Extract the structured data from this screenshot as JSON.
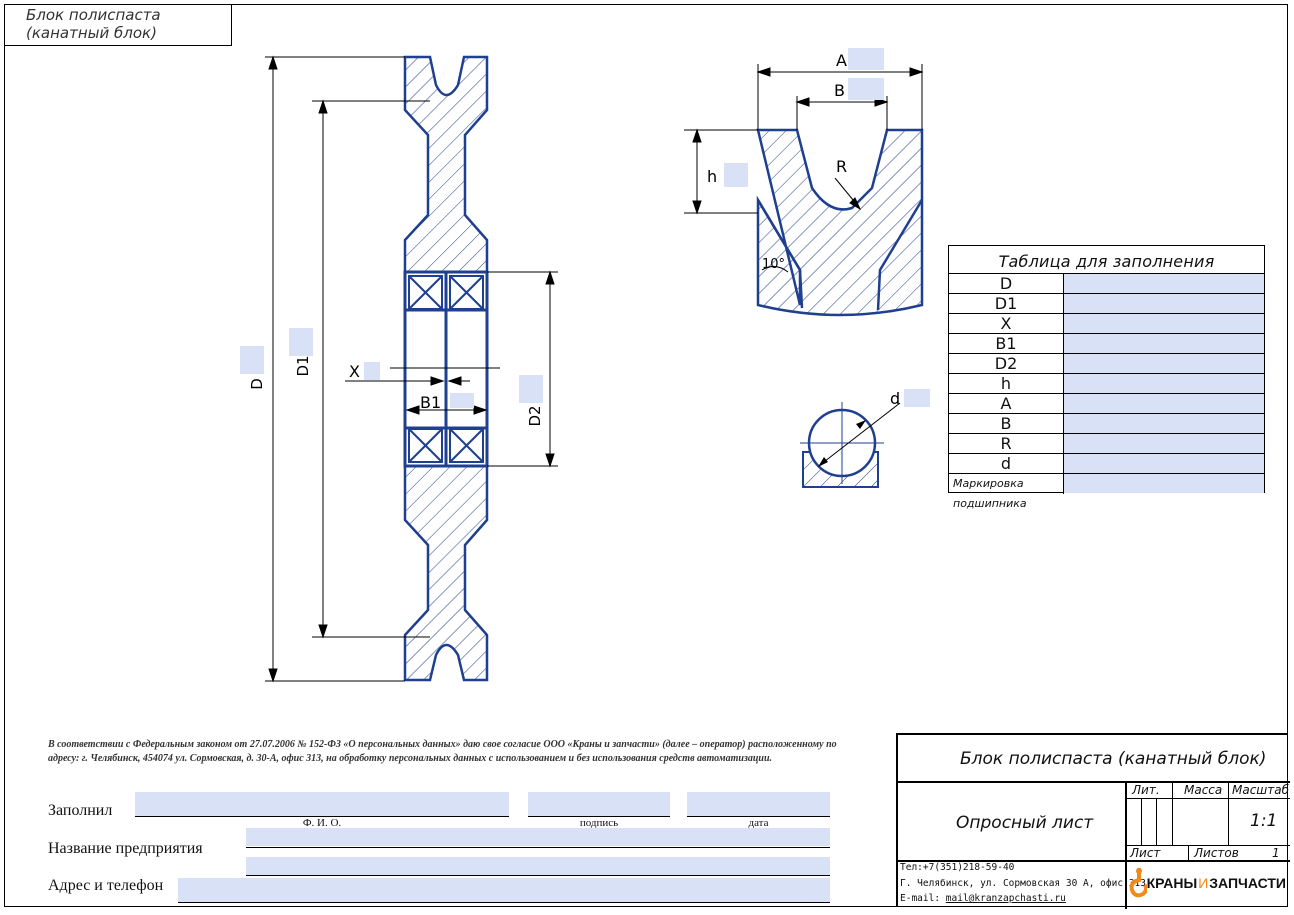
{
  "header": {
    "title_line1": "Блок полиспаста",
    "title_line2": "(канатный блок)"
  },
  "drawing": {
    "labels": {
      "D": "D",
      "D1": "D1",
      "X": "X",
      "B1": "B1",
      "D2": "D2",
      "A": "A",
      "B": "B",
      "h": "h",
      "R": "R",
      "angle": "10°",
      "d": "d"
    }
  },
  "table": {
    "title": "Таблица для заполнения",
    "rows": [
      {
        "label": "D"
      },
      {
        "label": "D1"
      },
      {
        "label": "X"
      },
      {
        "label": "B1"
      },
      {
        "label": "D2"
      },
      {
        "label": "h"
      },
      {
        "label": "A"
      },
      {
        "label": "B"
      },
      {
        "label": "R"
      },
      {
        "label": "d"
      },
      {
        "label": "Маркировка подшипника"
      }
    ]
  },
  "consent": {
    "text": "В соответствии с Федеральным законом от 27.07.2006 № 152-ФЗ «О персональных данных» даю свое согласие ООО «Краны и запчасти» (далее – оператор) расположенному по адресу: г. Челябинск, 454074 ул. Сормовская, д. 30-А, офис 313, на обработку персональных данных с использованием и без использования средств автоматизации."
  },
  "form": {
    "filled_by": "Заполнил",
    "fio": "Ф. И. О.",
    "signature": "подпись",
    "date": "дата",
    "company": "Название предприятия",
    "address": "Адрес и телефон"
  },
  "stamp": {
    "title": "Блок полиспаста (канатный блок)",
    "doc_type": "Опросный лист",
    "lit": "Лит.",
    "mass": "Масса",
    "scale": "Масштаб",
    "scale_value": "1:1",
    "sheet": "Лист",
    "sheets": "Листов",
    "sheets_value": "1",
    "phone": "Тел:+7(351)218-59-40",
    "address": "Г. Челябинск, ул. Сормовская 30 А, офис 313",
    "email_label": "E-mail:",
    "email": "mail@kranzapchasti.ru",
    "logo_left": "КРАНЫ",
    "logo_mid": "И",
    "logo_right": "ЗАПЧАСТИ"
  },
  "colors": {
    "drawing_blue": "#1f3f8f",
    "fill_blue": "#d9e1f7"
  }
}
